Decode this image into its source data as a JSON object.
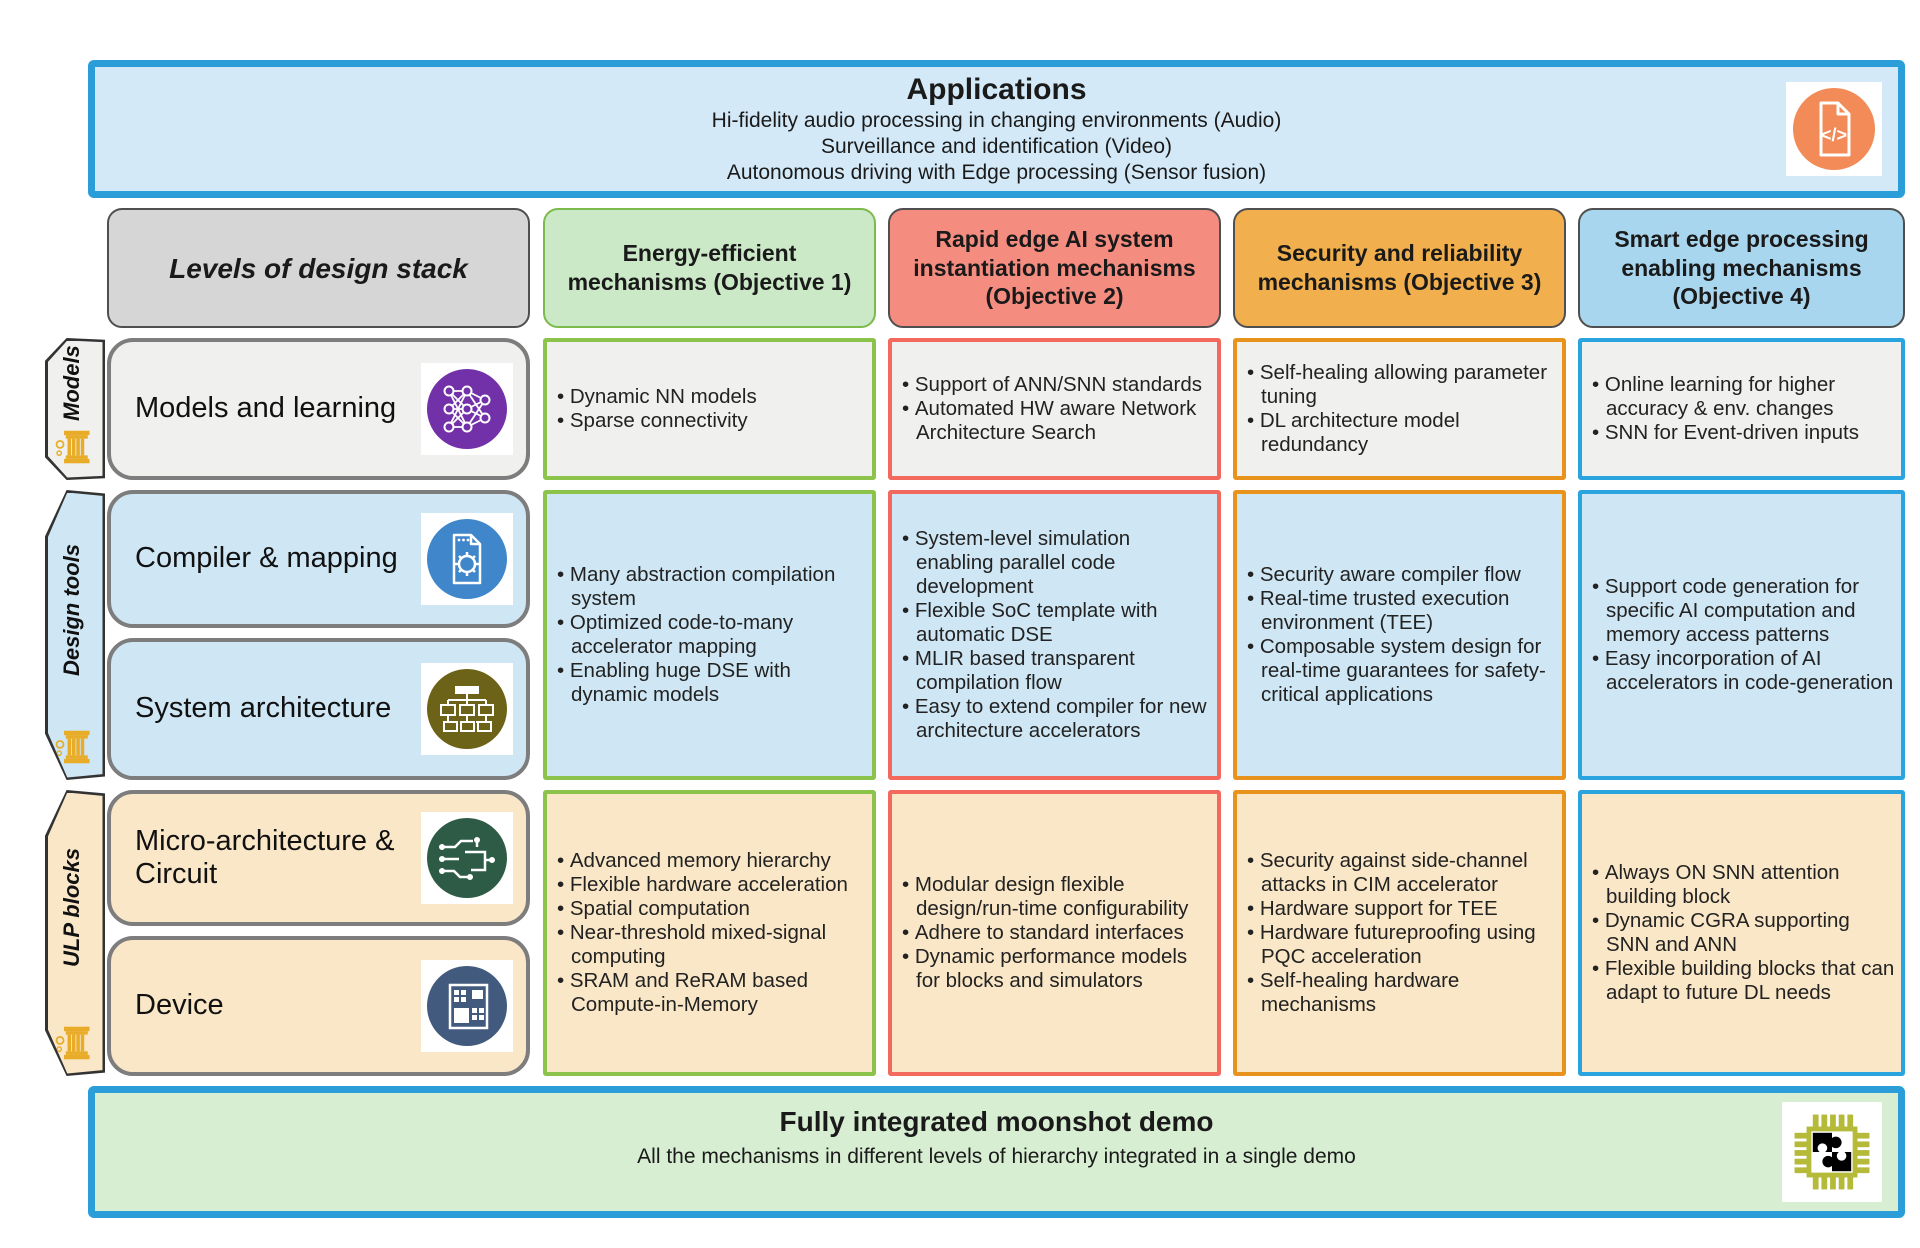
{
  "applications": {
    "title": "Applications",
    "lines": [
      "Hi-fidelity audio processing in changing environments (Audio)",
      "Surveillance and identification (Video)",
      "Autonomous driving with Edge processing (Sensor fusion)"
    ],
    "icon": "code-document-icon"
  },
  "stack_header": {
    "levels_label": "Levels of design stack"
  },
  "objectives": [
    {
      "label": "Energy-efficient mechanisms (Objective 1)",
      "fill": "#cbe9c7",
      "border": "#8cc34b"
    },
    {
      "label": "Rapid edge AI system instantiation mechanisms (Objective 2)",
      "fill": "#f58c80",
      "border": "#f4695d"
    },
    {
      "label": "Security and reliability mechanisms (Objective 3)",
      "fill": "#f1b04d",
      "border": "#e8941c"
    },
    {
      "label": "Smart edge processing enabling mechanisms (Objective 4)",
      "fill": "#a9d6ef",
      "border": "#29a4de"
    }
  ],
  "groups": [
    {
      "tab": "Models",
      "band_color": "#f0f0ee",
      "rows": [
        {
          "label": "Models and learning",
          "icon": "neural-network-icon"
        }
      ],
      "cells": [
        {
          "bullets": [
            "Dynamic NN models",
            "Sparse connectivity"
          ]
        },
        {
          "bullets": [
            "Support of ANN/SNN standards",
            "Automated HW aware Network Architecture Search"
          ]
        },
        {
          "bullets": [
            "Self-healing allowing parameter tuning",
            "DL architecture model redundancy"
          ]
        },
        {
          "bullets": [
            "Online learning for higher accuracy & env. changes",
            "SNN for Event-driven inputs"
          ]
        }
      ]
    },
    {
      "tab": "Design tools",
      "band_color": "#cfe7f4",
      "rows": [
        {
          "label": "Compiler & mapping",
          "icon": "compiler-document-gear-icon"
        },
        {
          "label": "System architecture",
          "icon": "hierarchy-blocks-icon"
        }
      ],
      "cells": [
        {
          "bullets": [
            "Many abstraction compilation system",
            "Optimized code-to-many accelerator mapping",
            "Enabling huge DSE with dynamic models"
          ]
        },
        {
          "bullets": [
            "System-level simulation enabling parallel code development",
            "Flexible SoC template with automatic DSE",
            "MLIR based transparent compilation flow",
            "Easy to extend compiler for new architecture accelerators"
          ]
        },
        {
          "bullets": [
            "Security aware compiler flow",
            "Real-time trusted execution environment (TEE)",
            "Composable system design for real-time guarantees for safety-critical applications"
          ]
        },
        {
          "bullets": [
            "Support code generation for specific AI computation and memory access patterns",
            "Easy incorporation of AI accelerators in code-generation"
          ]
        }
      ]
    },
    {
      "tab": "ULP blocks",
      "band_color": "#fae7c7",
      "rows": [
        {
          "label": "Micro-architecture & Circuit",
          "icon": "circuit-traces-icon"
        },
        {
          "label": "Device",
          "icon": "chip-floorplan-icon"
        }
      ],
      "cells": [
        {
          "bullets": [
            "Advanced memory hierarchy",
            "Flexible hardware acceleration",
            "Spatial computation",
            "Near-threshold mixed-signal computing",
            "SRAM and ReRAM based Compute-in-Memory"
          ]
        },
        {
          "bullets": [
            "Modular design flexible design/run-time configurability",
            "Adhere to standard interfaces",
            "Dynamic performance models for blocks and simulators"
          ]
        },
        {
          "bullets": [
            "Security against side-channel attacks in CIM accelerator",
            "Hardware support for TEE",
            "Hardware futureproofing using PQC acceleration",
            "Self-healing hardware mechanisms"
          ]
        },
        {
          "bullets": [
            "Always ON SNN attention building block",
            "Dynamic CGRA supporting SNN and ANN",
            "Flexible building blocks that can adapt to future DL needs"
          ]
        }
      ]
    }
  ],
  "footer": {
    "title": "Fully integrated moonshot demo",
    "subtitle": "All the mechanisms in different levels of hierarchy integrated in a single demo",
    "icon": "chip-puzzle-icon"
  },
  "colors": {
    "banner_border_blue": "#2b9ed9",
    "applications_fill": "#d3e9f7",
    "footer_fill": "#d7eed3",
    "objective1_green": "#8cc34b",
    "objective2_red": "#f4695d",
    "objective3_orange": "#e8941c",
    "objective4_blue": "#29a4de",
    "models_band": "#f0f0ee",
    "design_tools_band": "#cfe7f4",
    "ulp_band": "#fae7c7",
    "pillar_gold": "#e8ac28"
  }
}
